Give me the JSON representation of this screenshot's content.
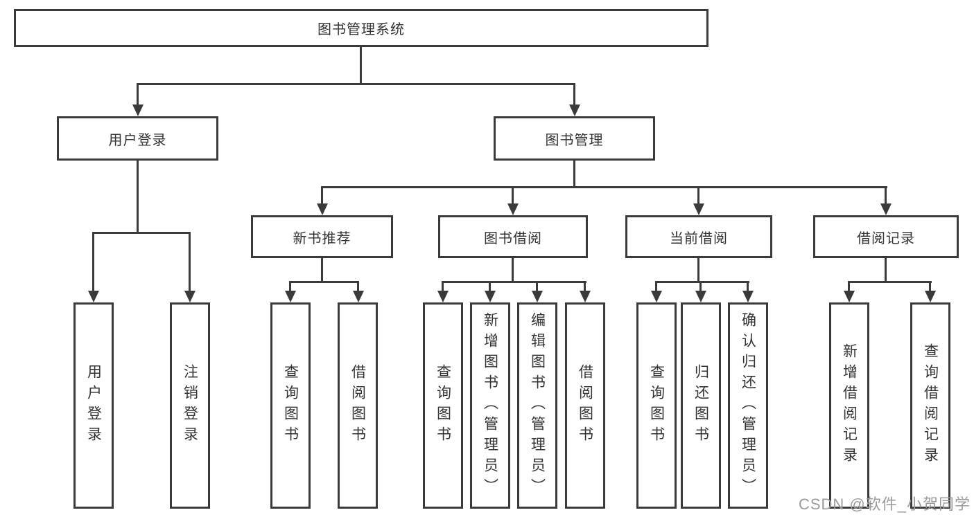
{
  "diagram": {
    "title_node": {
      "label": "图书管理系统"
    },
    "level2": [
      {
        "label": "用户登录"
      },
      {
        "label": "图书管理"
      }
    ],
    "level3": [
      {
        "label": "新书推荐",
        "parent": "图书管理"
      },
      {
        "label": "图书借阅",
        "parent": "图书管理"
      },
      {
        "label": "当前借阅",
        "parent": "图书管理"
      },
      {
        "label": "借阅记录",
        "parent": "图书管理"
      }
    ],
    "leaves": [
      {
        "label": "用户登录",
        "parent": "用户登录"
      },
      {
        "label": "注销登录",
        "parent": "用户登录"
      },
      {
        "label": "查询图书",
        "parent": "新书推荐"
      },
      {
        "label": "借阅图书",
        "parent": "新书推荐"
      },
      {
        "label": "查询图书",
        "parent": "图书借阅"
      },
      {
        "label": "新增图书（管理员）",
        "parent": "图书借阅"
      },
      {
        "label": "编辑图书（管理员）",
        "parent": "图书借阅"
      },
      {
        "label": "借阅图书",
        "parent": "图书借阅"
      },
      {
        "label": "查询图书",
        "parent": "当前借阅"
      },
      {
        "label": "归还图书",
        "parent": "当前借阅"
      },
      {
        "label": "确认归还（管理员）",
        "parent": "当前借阅"
      },
      {
        "label": "新增借阅记录",
        "parent": "借阅记录"
      },
      {
        "label": "查询借阅记录",
        "parent": "借阅记录"
      }
    ],
    "watermark": "CSDN @软件_小贺同学",
    "colors": {
      "line": "#3a3a3a",
      "text": "#333333",
      "box_background": "#ffffff",
      "watermark": "#9b9b9b"
    }
  }
}
